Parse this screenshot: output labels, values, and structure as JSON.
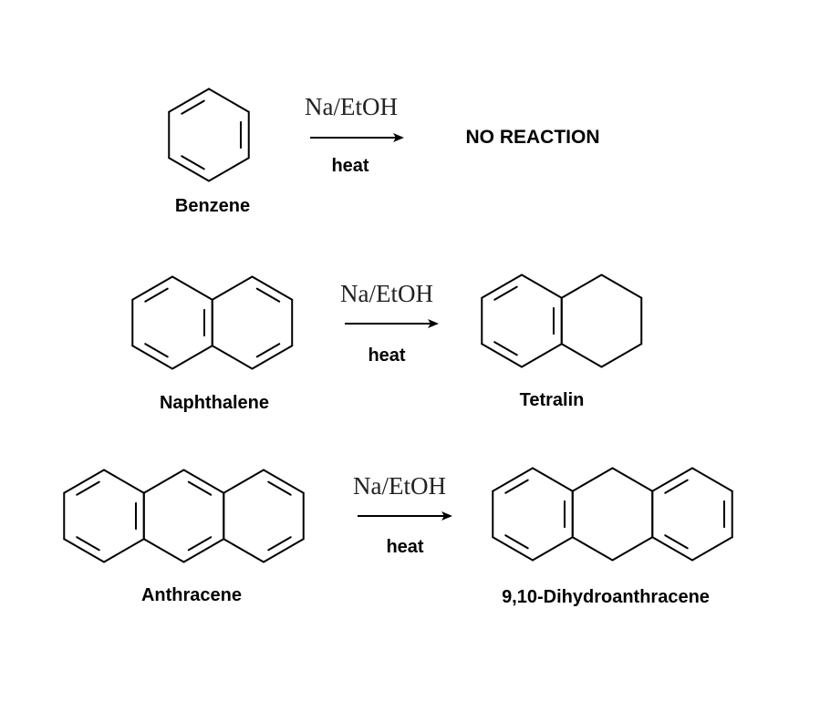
{
  "reactions": [
    {
      "reactant": "Benzene",
      "reagent": "Na/EtOH",
      "condition": "heat",
      "product": "NO REACTION"
    },
    {
      "reactant": "Naphthalene",
      "reagent": "Na/EtOH",
      "condition": "heat",
      "product": "Tetralin"
    },
    {
      "reactant": "Anthracene",
      "reagent": "Na/EtOH",
      "condition": "heat",
      "product": "9,10-Dihydroanthracene"
    }
  ]
}
